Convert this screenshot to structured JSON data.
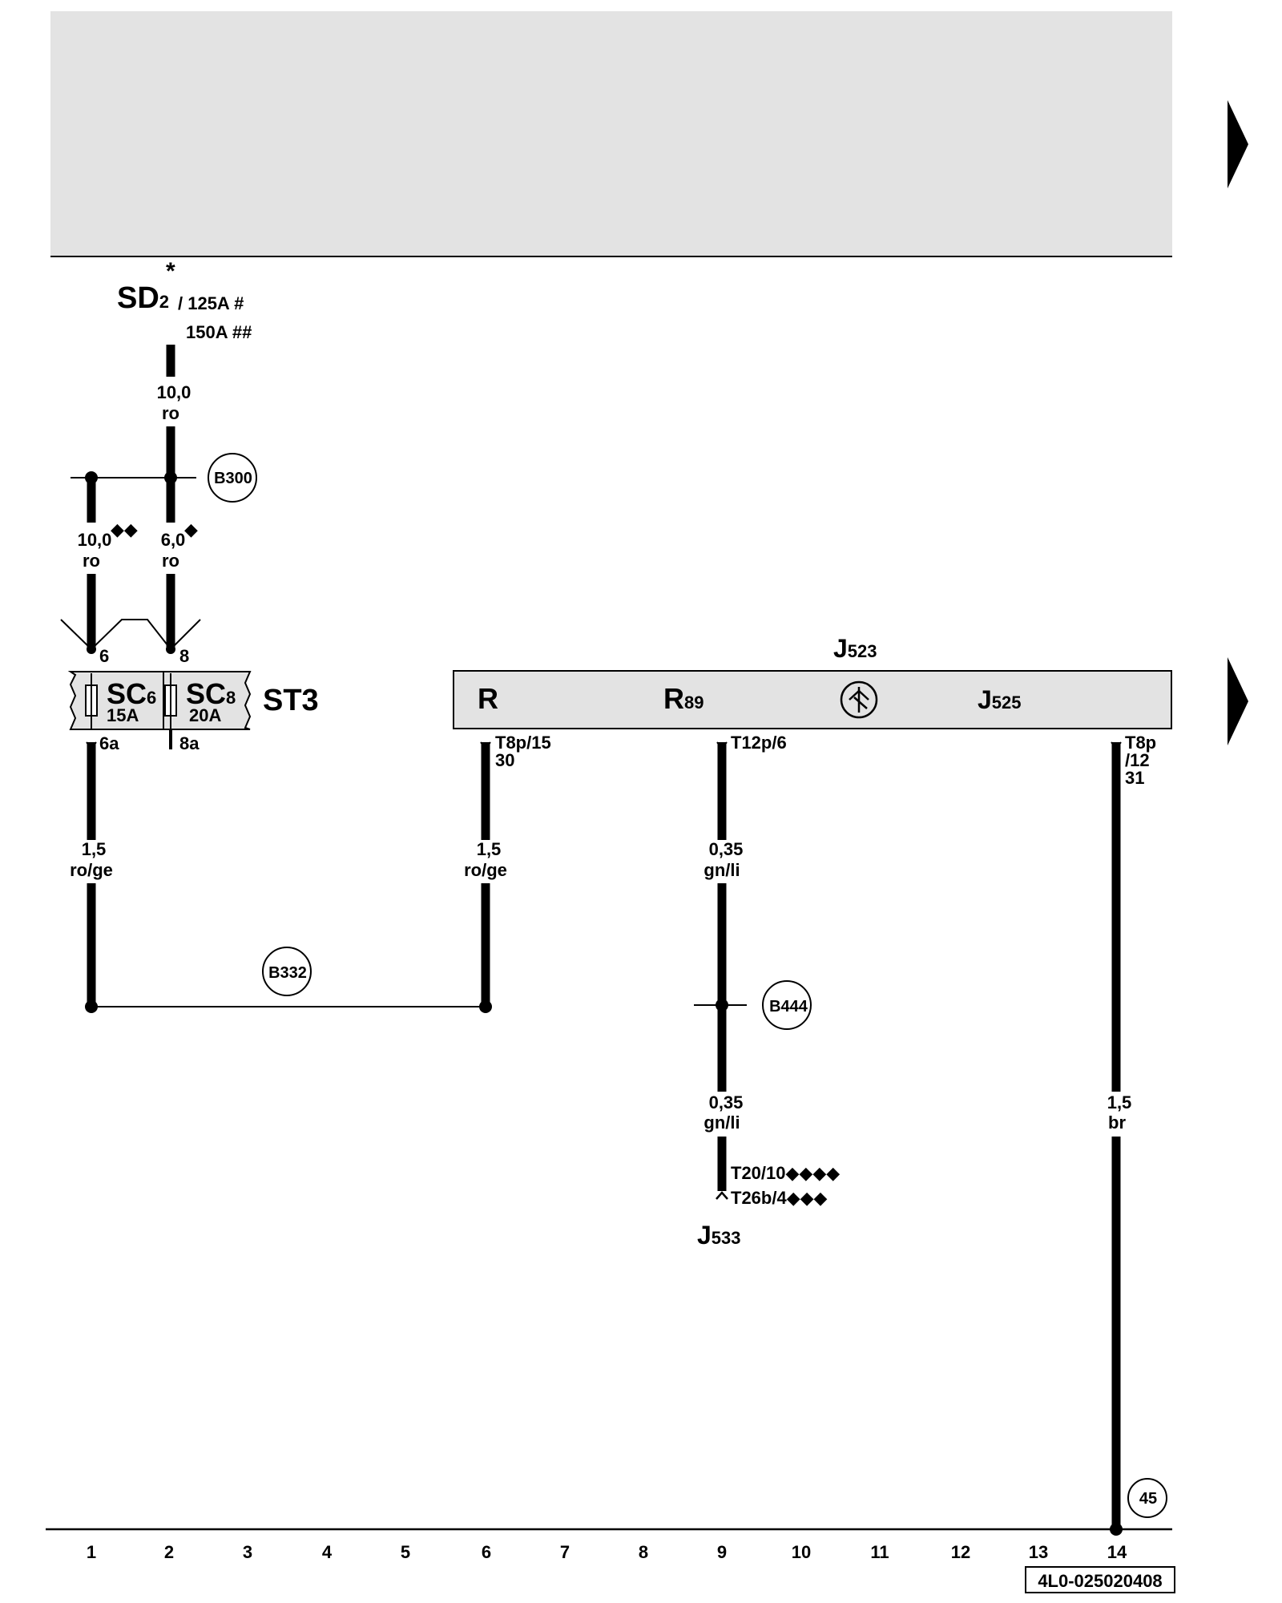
{
  "header_band": {
    "fill": "#e3e3e3"
  },
  "top_feed": {
    "star": "*",
    "name": "SD",
    "sub": "2",
    "ratings": [
      "/ 125A #",
      "150A ##"
    ]
  },
  "wires": {
    "main_feed": {
      "size": "10,0",
      "color": "ro"
    },
    "left_branch": {
      "size": "10,0",
      "color": "ro",
      "mark": "◆◆"
    },
    "right_branch": {
      "size": "6,0",
      "color": "ro",
      "mark": "◆"
    },
    "fuse_out": {
      "size": "1,5",
      "color": "ro/ge"
    },
    "relay_in": {
      "size": "1,5",
      "color": "ro/ge"
    },
    "signal_a": {
      "size": "0,35",
      "color": "gn/li"
    },
    "signal_b": {
      "size": "0,35",
      "color": "gn/li"
    },
    "ground": {
      "size": "1,5",
      "color": "br"
    }
  },
  "junctions": [
    "B300",
    "B332",
    "B444"
  ],
  "fuse_holder": {
    "name": "ST3",
    "fuses": [
      {
        "name": "SC",
        "sub": "6",
        "rating": "15A",
        "pin_in": "6",
        "pin_out": "6a"
      },
      {
        "name": "SC",
        "sub": "8",
        "rating": "20A",
        "pin_in": "8",
        "pin_out": "8a"
      }
    ]
  },
  "module": {
    "fill": "#e3e3e3",
    "top_label": {
      "name": "J",
      "sub": "523"
    },
    "parts": [
      {
        "name": "R",
        "sub": ""
      },
      {
        "name": "R",
        "sub": "89"
      },
      {
        "name": "J",
        "sub": "525"
      }
    ],
    "pins": {
      "p1": [
        "T8p/15",
        "30"
      ],
      "p2": [
        "T12p/6"
      ],
      "p3": [
        "T8p",
        "/12",
        "31"
      ]
    }
  },
  "bottom_component": {
    "name": "J",
    "sub": "533",
    "pins": [
      "T20/10◆◆◆◆",
      "T26b/4◆◆◆"
    ]
  },
  "ground_point": "45",
  "columns": [
    "1",
    "2",
    "3",
    "4",
    "5",
    "6",
    "7",
    "8",
    "9",
    "10",
    "11",
    "12",
    "13",
    "14"
  ],
  "doc_code": "4L0-025020408"
}
